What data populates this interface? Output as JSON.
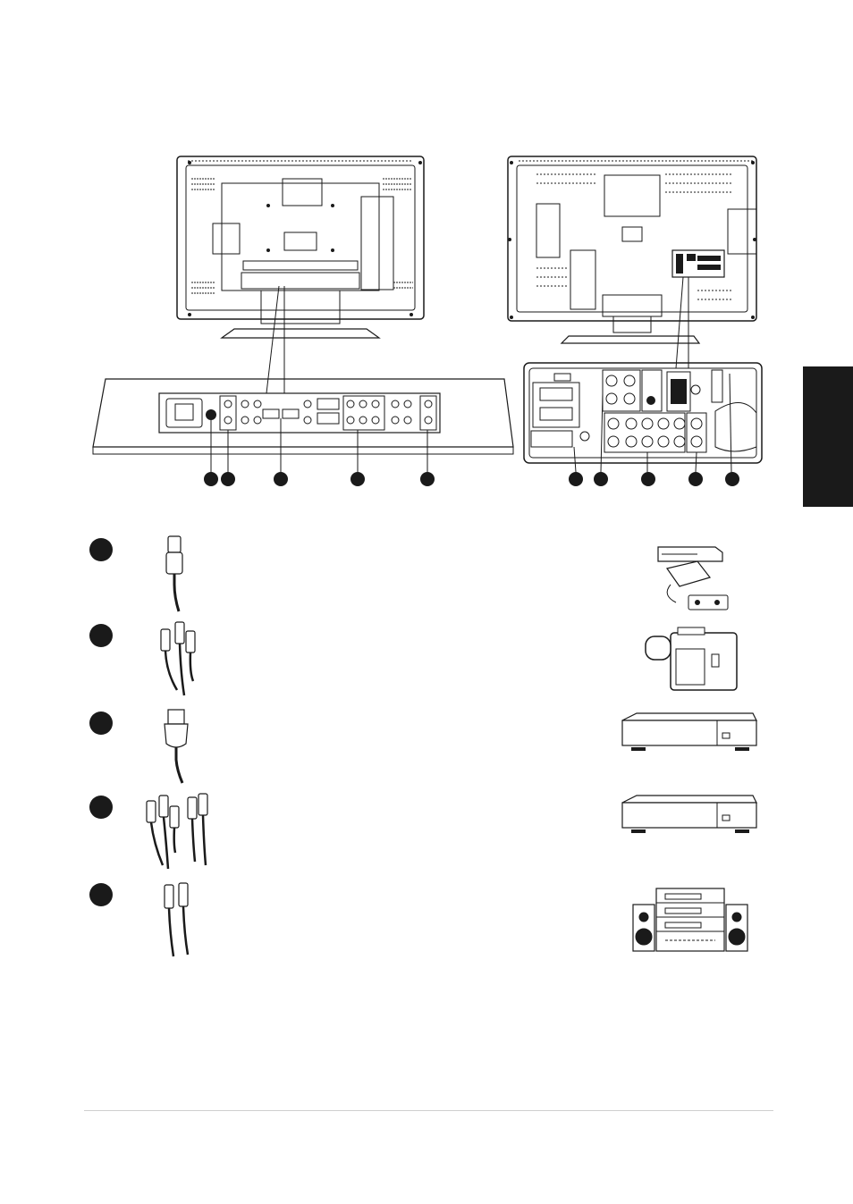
{
  "page": {
    "accent_color": "#1a1a1a",
    "background": "#ffffff"
  },
  "figures": {
    "left_tv": {
      "icon": "tv-rear-view-small-icon"
    },
    "right_tv": {
      "icon": "tv-rear-view-large-icon"
    },
    "left_callouts": [
      {
        "icon": "callout-marker"
      },
      {
        "icon": "callout-marker"
      },
      {
        "icon": "callout-marker"
      },
      {
        "icon": "callout-marker"
      },
      {
        "icon": "callout-marker"
      }
    ],
    "right_callouts": [
      {
        "icon": "callout-marker"
      },
      {
        "icon": "callout-marker"
      },
      {
        "icon": "callout-marker"
      },
      {
        "icon": "callout-marker"
      },
      {
        "icon": "callout-marker"
      }
    ]
  },
  "connections": [
    {
      "cable_icon": "s-video-cable-icon",
      "device_icon": "game-console-dvd-icon"
    },
    {
      "cable_icon": "av-composite-cable-icon",
      "device_icon": "camcorder-icon"
    },
    {
      "cable_icon": "hdmi-cable-icon",
      "device_icon": "set-top-box-icon"
    },
    {
      "cable_icon": "component-cable-icon",
      "device_icon": "dvd-player-icon"
    },
    {
      "cable_icon": "audio-rca-cable-icon",
      "device_icon": "hifi-system-icon"
    }
  ]
}
